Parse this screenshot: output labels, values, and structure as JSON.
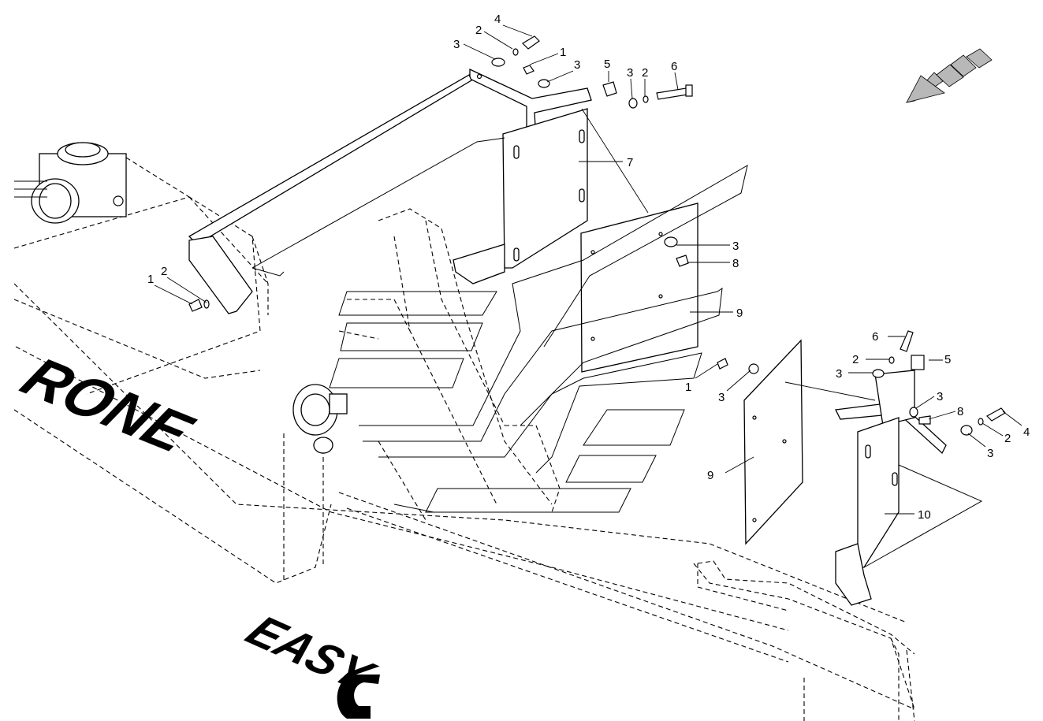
{
  "brand": {
    "rone": "RONE",
    "easy": "EASY"
  },
  "callouts": {
    "top_4": "4",
    "top_2": "2",
    "top_3_left": "3",
    "top_1": "1",
    "top_3_mid": "3",
    "top_5": "5",
    "top_3_right": "3",
    "top_2_right": "2",
    "top_6": "6",
    "top_7": "7",
    "mid_3": "3",
    "mid_8": "8",
    "mid_9": "9",
    "left_1": "1",
    "left_2": "2",
    "right_6": "6",
    "right_2": "2",
    "right_5": "5",
    "right_3_top": "3",
    "right_1": "1",
    "right_3_left": "3",
    "right_3_mid": "3",
    "right_8": "8",
    "right_4": "4",
    "right_2_low": "2",
    "right_3_low": "3",
    "lower_9": "9",
    "lower_10": "10"
  },
  "colors": {
    "ink": "#000000",
    "background": "#ffffff",
    "arrow_grey": "#b8b8b8"
  }
}
